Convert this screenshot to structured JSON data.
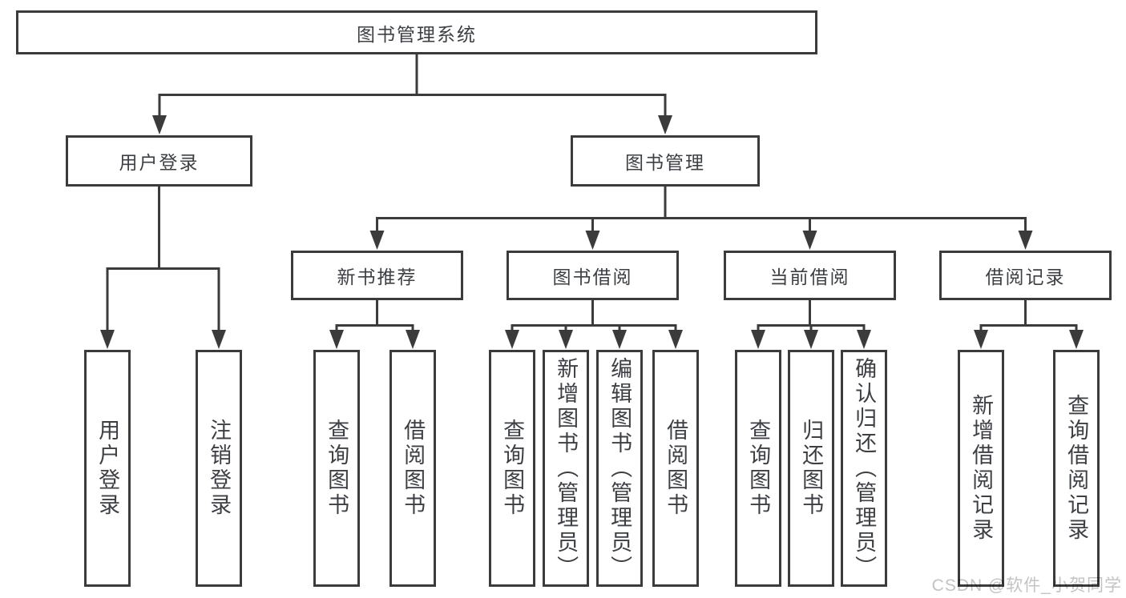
{
  "colors": {
    "line": "#3b3b3b",
    "text": "#3c3f44",
    "box_background": "#ffffff",
    "watermark": "#c3c3c3"
  },
  "diagram": {
    "root": {
      "label": "图书管理系统"
    },
    "branches": [
      {
        "label": "用户登录",
        "children": [
          "用户登录",
          "注销登录"
        ]
      },
      {
        "label": "图书管理",
        "children": [
          {
            "label": "新书推荐",
            "children": [
              "查询图书",
              "借阅图书"
            ]
          },
          {
            "label": "图书借阅",
            "children": [
              "查询图书",
              "新增图书（管理员）",
              "编辑图书（管理员）",
              "借阅图书"
            ]
          },
          {
            "label": "当前借阅",
            "children": [
              "查询图书",
              "归还图书",
              "确认归还（管理员）"
            ]
          },
          {
            "label": "借阅记录",
            "children": [
              "新增借阅记录",
              "查询借阅记录"
            ]
          }
        ]
      }
    ]
  },
  "watermark": {
    "text": "CSDN @软件_小贺同学"
  }
}
